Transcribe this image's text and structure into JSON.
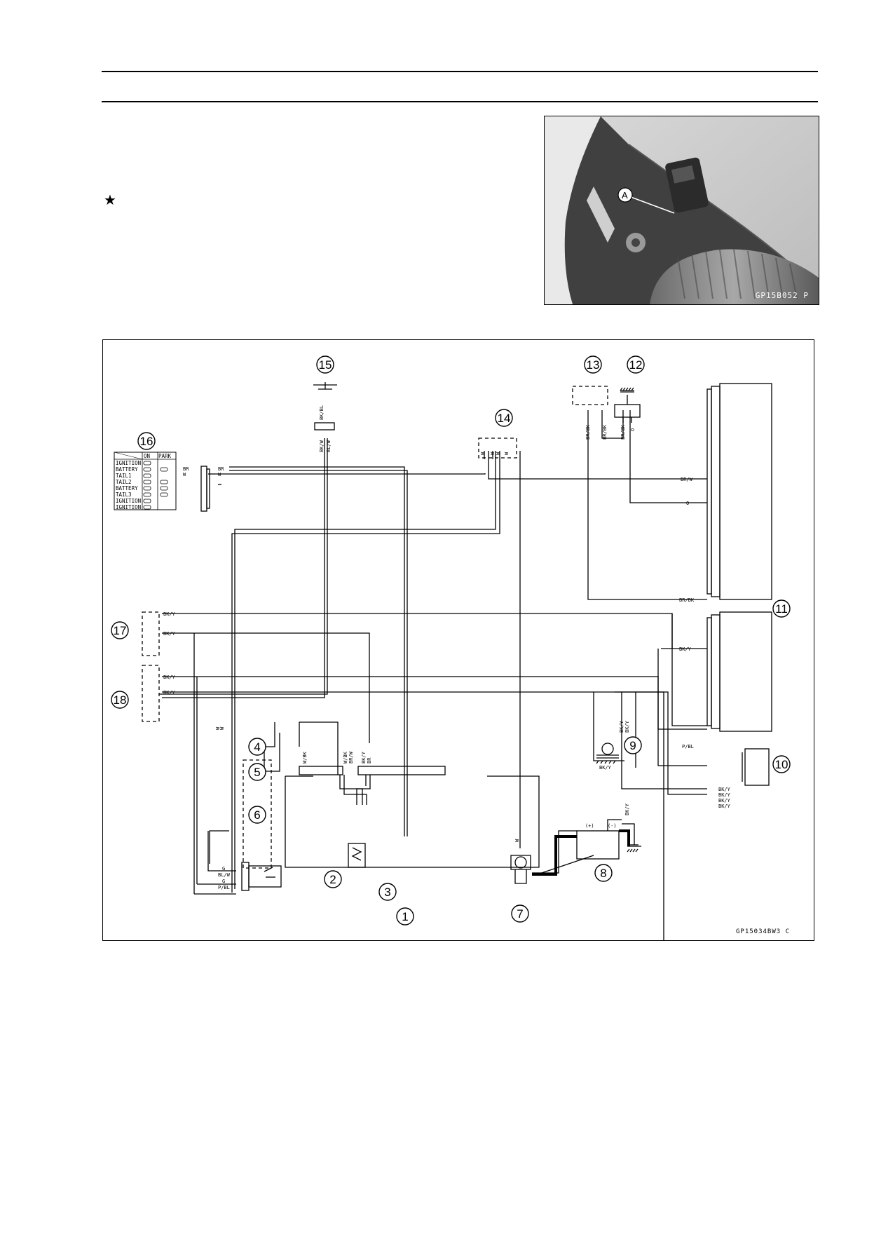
{
  "page": {
    "bullet_symbol": "★"
  },
  "photo": {
    "callout": "A",
    "code": "GP15B052  P"
  },
  "diagram": {
    "code": "GP15034BW3  C",
    "component_numbers": [
      "1",
      "2",
      "3",
      "4",
      "5",
      "6",
      "7",
      "8",
      "9",
      "10",
      "11",
      "12",
      "13",
      "14",
      "15",
      "16",
      "17",
      "18"
    ],
    "wire_labels": {
      "br": "BR",
      "w": "W",
      "o": "O",
      "g": "G",
      "bk_bl": "BK/BL",
      "bl_w": "BL/W",
      "bk_w": "BK/W",
      "br_w": "BR/W",
      "br_bk": "BR/BK",
      "bk_y": "BK/Y",
      "p_bl": "P/BL",
      "w_bk": "W/BK",
      "plus": "(+)",
      "minus": "(-)"
    },
    "switch_table": {
      "headers": [
        "ON",
        "PARK"
      ],
      "rows": [
        "IGNITION",
        "BATTERY",
        "TAIL1",
        "TAIL2",
        "BATTERY",
        "TAIL3",
        "IGNITION",
        "IGNITION"
      ]
    }
  }
}
